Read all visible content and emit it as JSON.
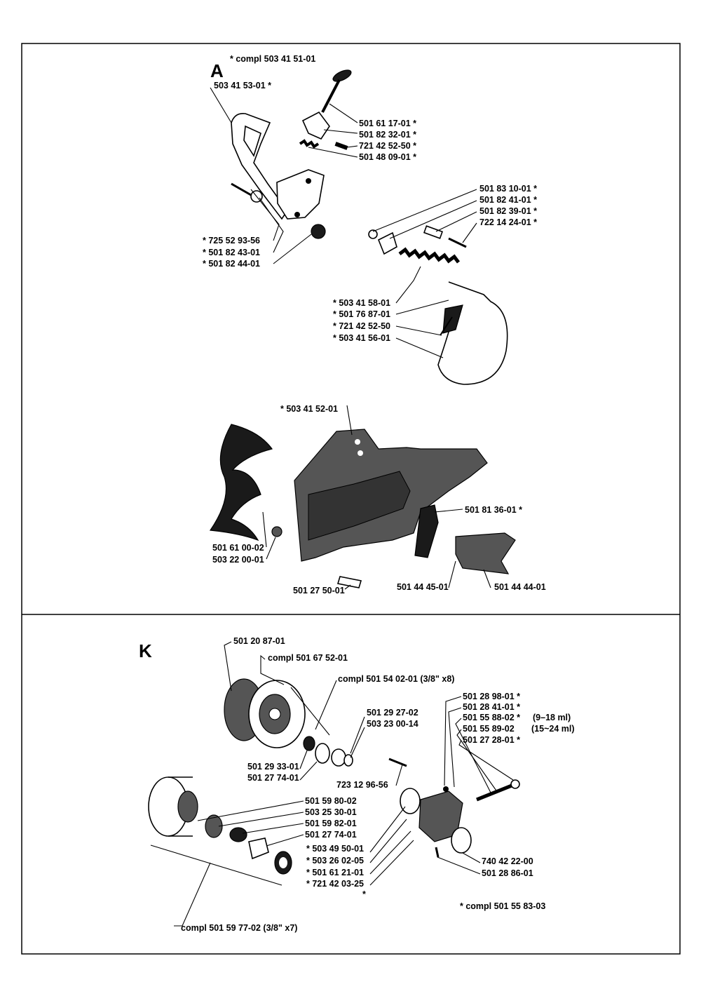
{
  "sections": {
    "A": {
      "letter": "A",
      "compl": "* compl 503 41 51-01",
      "labels": {
        "p50341531": "503 41 53-01  *",
        "p50161171": "501 61 17-01  *",
        "p50182321": "501 82 32-01  *",
        "p72142525a": "721 42 52-50  *",
        "p50148091": "501 48 09-01  *",
        "p50183101": "501 83 10-01  *",
        "p50182411": "501 82 41-01  *",
        "p50182391": "501 82 39-01  *",
        "p72214241": "722 14 24-01  *",
        "p72552935": "*  725 52 93-56",
        "p50182431": "*  501 82 43-01",
        "p50182441": "*  501 82 44-01",
        "p50341581": "*  503 41 58-01",
        "p50176871": "*  501 76 87-01",
        "p72142525b": "*  721 42 52-50",
        "p50341561": "*  503 41 56-01",
        "p50341521": "*  503 41 52-01",
        "p50181361": "501 81 36-01  *",
        "p50161002": "501 61 00-02",
        "p50322001": "503 22 00-01",
        "p50127501": "501 27 50-01",
        "p50144451": "501 44 45-01",
        "p50144441": "501 44 44-01"
      }
    },
    "K": {
      "letter": "K",
      "compl": "* compl 501 55 83-03",
      "labels": {
        "p50120871": "501 20 87-01",
        "p50167521": "compl 501 67 52-01",
        "p50154021": "compl 501 54 02-01 (3/8\" x8)",
        "p50129272": "501 29 27-02",
        "p50323014": "503 23 00-14",
        "p50129331": "501 29 33-01",
        "p50127741a": "501 27 74-01",
        "p72312965": "723 12 96-56",
        "p50128981": "501 28 98-01  *",
        "p50128411": "501 28 41-01  *",
        "p50155882": "501 55 88-02  *",
        "p50155892": "501 55 89-02",
        "note918": "(9–18 ml)",
        "note1524": "(15~24 ml)",
        "p50127281": "501 27 28-01  *",
        "p50159802": "501 59 80-02",
        "p50325301": "503 25 30-01",
        "p50159821": "501 59 82-01",
        "p50127741b": "501 27 74-01",
        "p50349501": "*  503 49 50-01",
        "p50326025": "*  503 26 02-05",
        "p50161211": "*  501 61 21-01",
        "p72142032": "*  721 42 03-25",
        "star": "*",
        "p74042220": "740 42 22-00",
        "p50128861": "501 28 86-01",
        "p50159772": "compl 501 59 77-02 (3/8\" x7)"
      }
    }
  }
}
